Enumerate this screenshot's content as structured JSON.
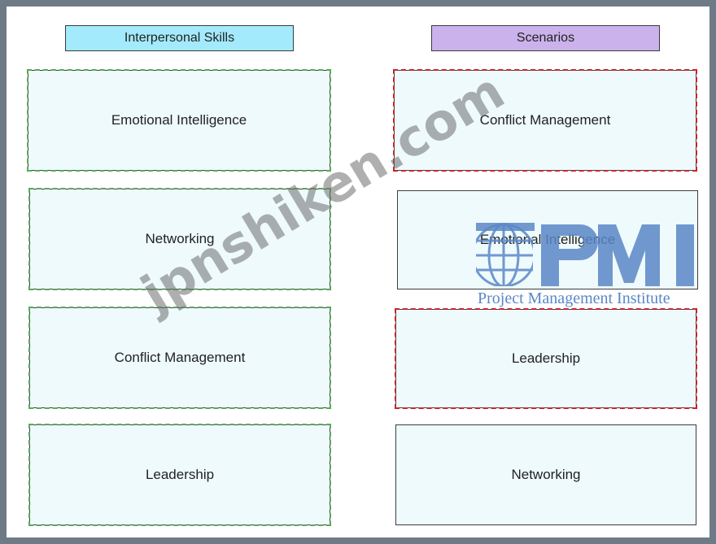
{
  "left_column": {
    "header": "Interpersonal Skills",
    "header_color": "#a3eafc",
    "items": [
      {
        "label": "Emotional Intelligence"
      },
      {
        "label": "Networking"
      },
      {
        "label": "Conflict Management"
      },
      {
        "label": "Leadership"
      }
    ]
  },
  "right_column": {
    "header": "Scenarios",
    "header_color": "#cbb2ec",
    "items": [
      {
        "label": "Conflict Management"
      },
      {
        "label": "Emotional Intelligence"
      },
      {
        "label": "Leadership"
      },
      {
        "label": "Networking"
      }
    ]
  },
  "colors": {
    "card_fill": "#eefafc",
    "green_dash": "#5aa85a",
    "red_dash": "#c8242b",
    "pmi_blue": "#5b87c6"
  },
  "watermark": {
    "text": "jpnshiken.com"
  },
  "logo": {
    "name": "pmi-logo",
    "text": "Project Management Institute"
  }
}
